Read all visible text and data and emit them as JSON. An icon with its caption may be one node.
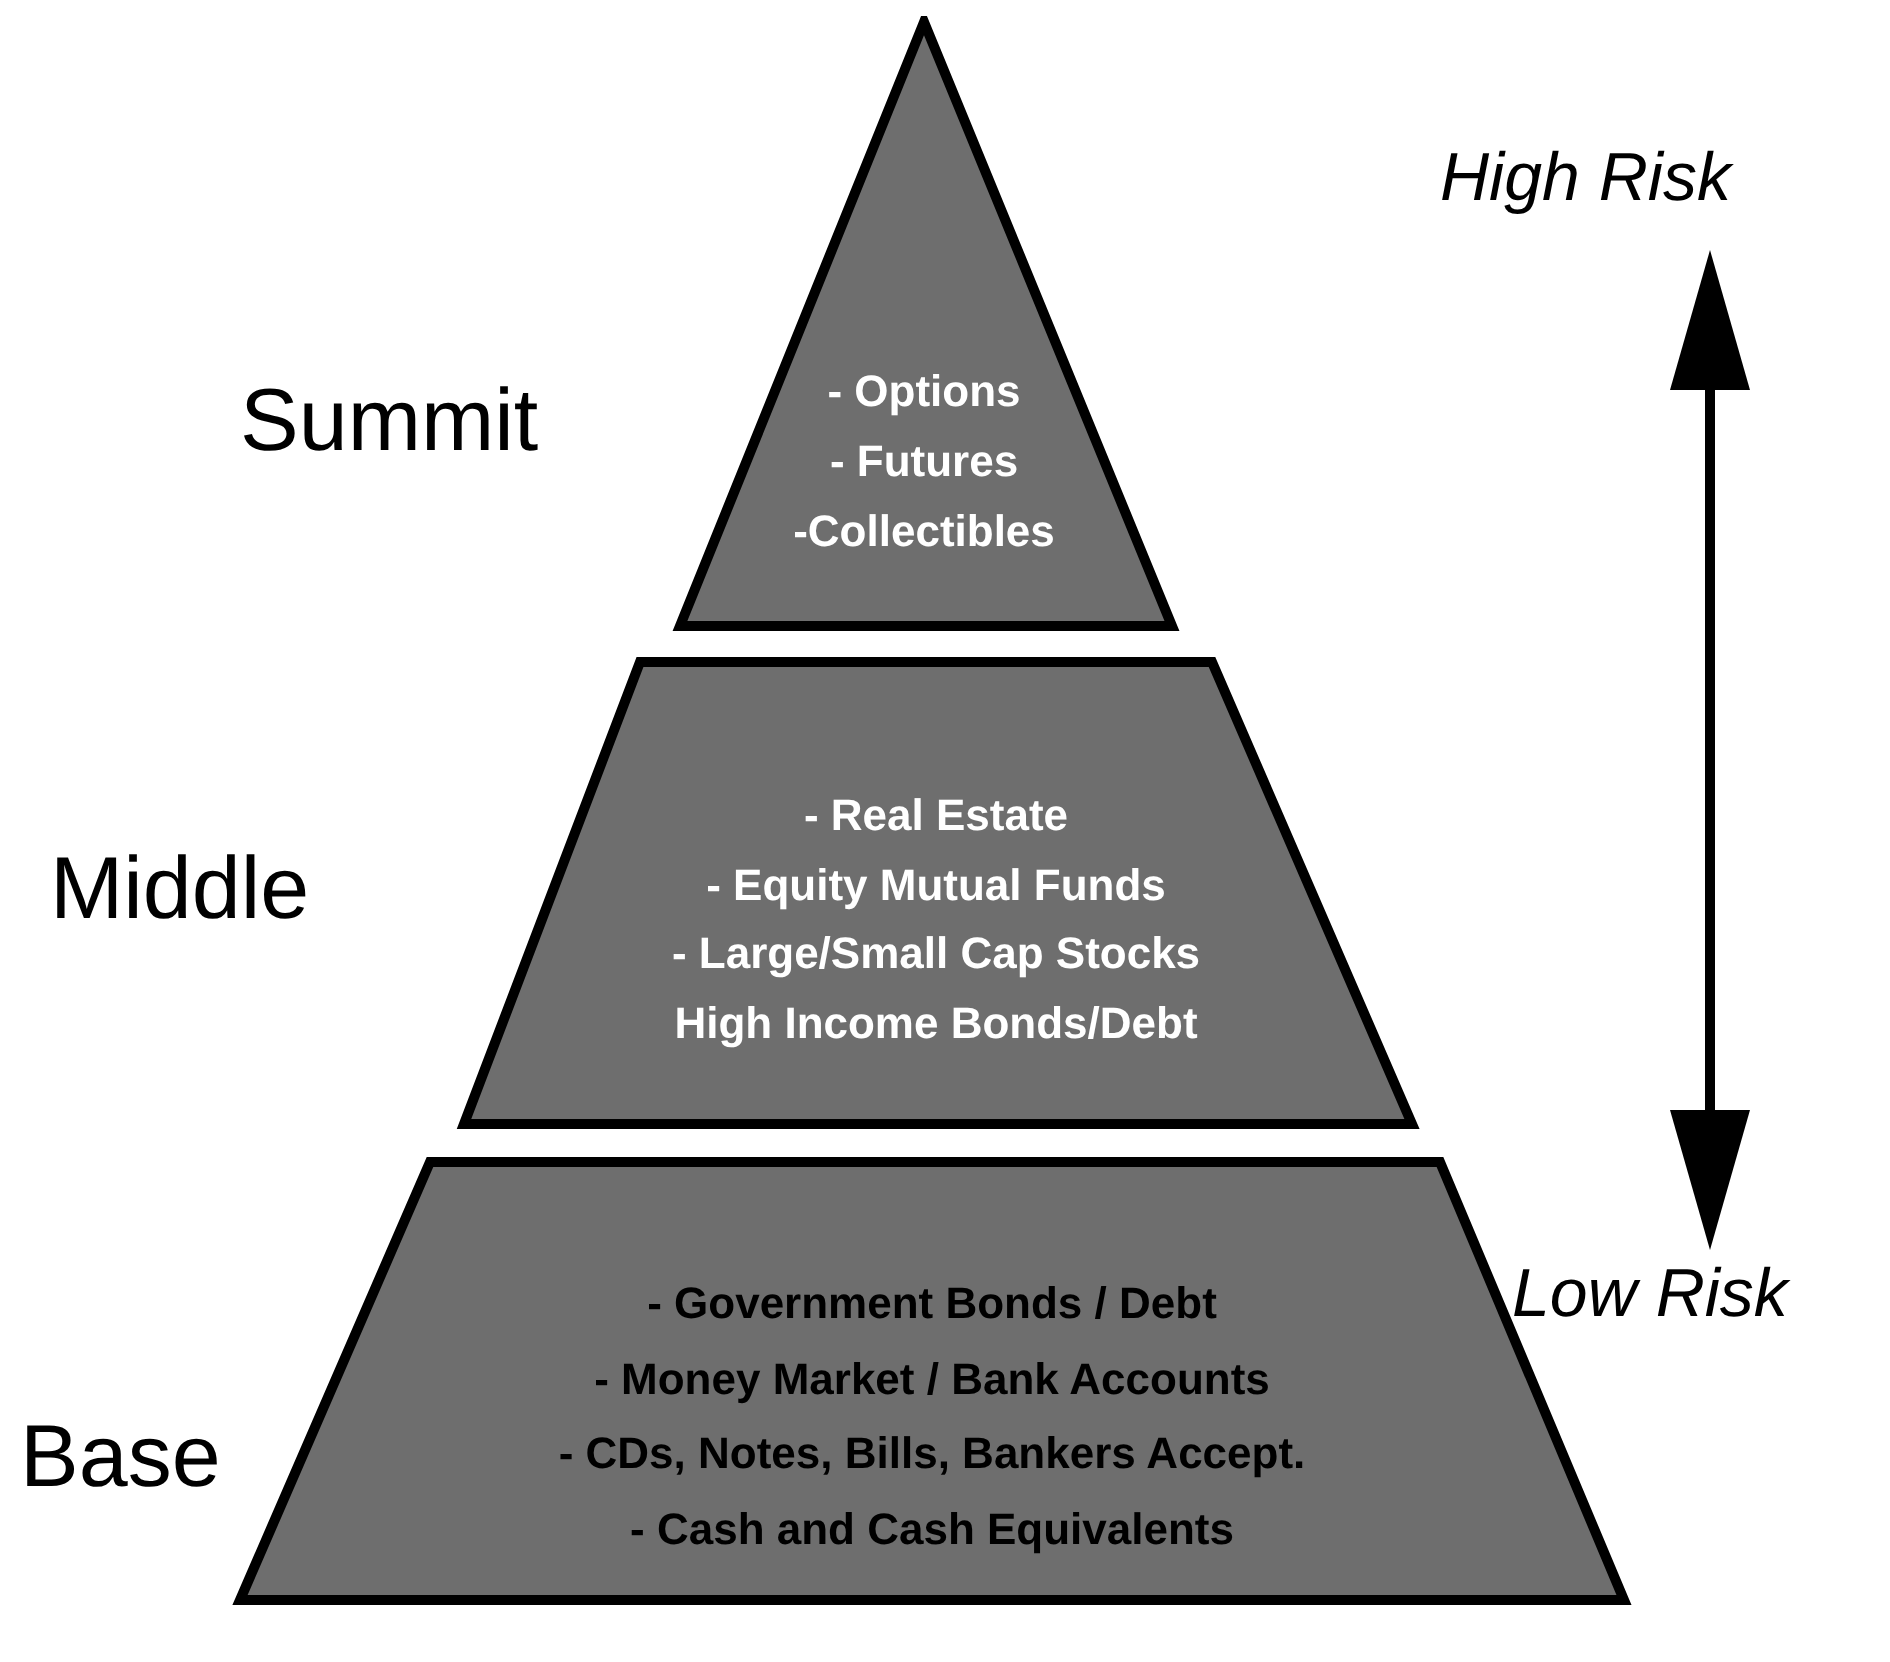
{
  "diagram": {
    "nodes": [
      {
        "text": [
          "Summit",
          "- Options",
          "- Futures",
          "-Collectibles"
        ]
      },
      {
        "text": [
          "Middle",
          "- Real Estate",
          "- Equity Mutual Funds",
          "- Large/Small Cap Stocks",
          "High Income Bonds/Debt"
        ]
      },
      {
        "text": [
          "Base",
          "- Government Bonds / Debt",
          "- Money Market / Bank Accounts",
          "- CDs, Notes, Bills, Bankers Accept.",
          "- Cash and Cash Equivalents"
        ]
      }
    ],
    "edges": [],
    "labels": [
      "High Risk",
      "Low Risk"
    ]
  }
}
